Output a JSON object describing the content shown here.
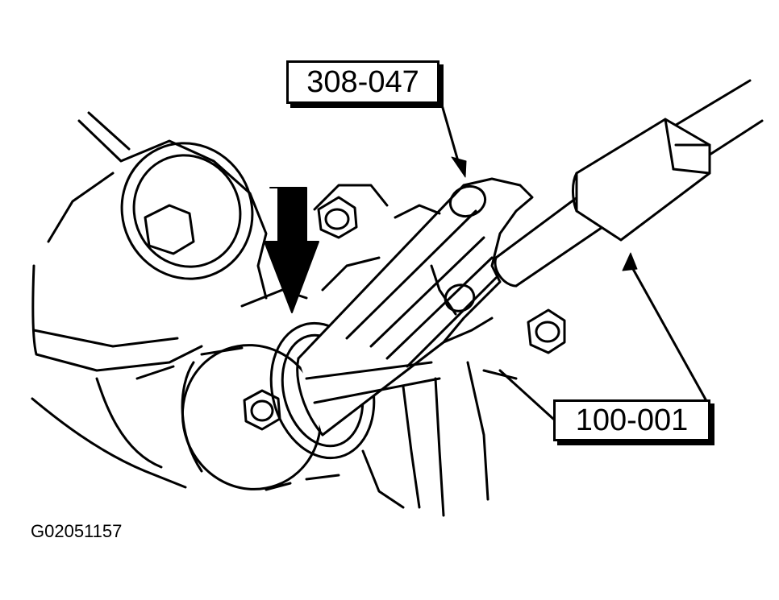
{
  "diagram": {
    "labels": {
      "tool_top": "308-047",
      "tool_bottom": "100-001",
      "figure_code": "G02051157"
    },
    "colors": {
      "line": "#000000",
      "background": "#ffffff"
    },
    "icons": {
      "direction_arrow": "down-arrow-icon"
    }
  }
}
